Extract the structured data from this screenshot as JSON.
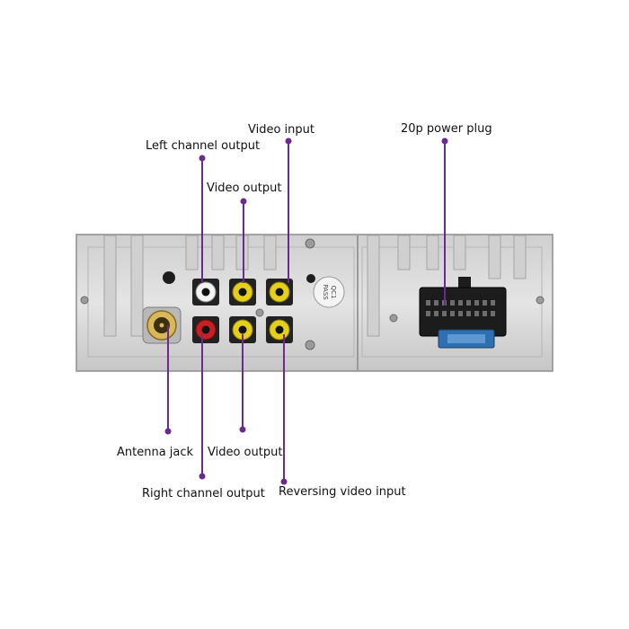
{
  "labels": {
    "video_input_top": "Video input",
    "left_channel_output": "Left channel output",
    "video_output_top": "Video output",
    "power_plug": "20p power plug",
    "antenna_jack": "Antenna jack",
    "video_output_bottom": "Video output",
    "right_channel_output": "Right channel output",
    "reversing_video_input": "Reversing video input"
  },
  "stamp": {
    "line1": "QC1",
    "line2": "PASS"
  },
  "colors": {
    "leader_line": "#6a2c8c",
    "panel": "#dcdcdc",
    "panel_dark": "#a9a9a9",
    "rca_yellow": "#e5cf1a",
    "rca_red": "#c62020",
    "rca_white": "#f2f2f2",
    "antenna_gold": "#c8a44a",
    "fuse_blue": "#2d6fb0",
    "connector_black": "#1c1c1c"
  }
}
